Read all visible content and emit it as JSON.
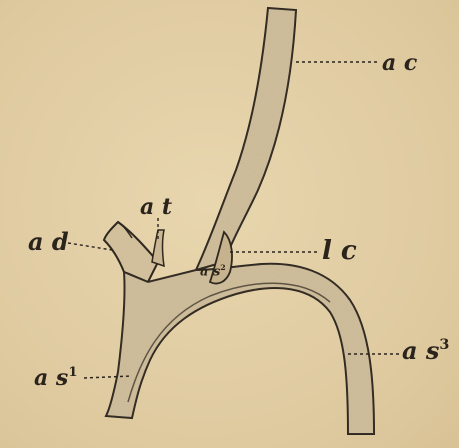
{
  "labels": {
    "ac": "a c",
    "at": "a t",
    "ad": "a d",
    "lc": "l c",
    "as2": "a s",
    "as2_sup": "2",
    "as1": "a s",
    "as1_sup": "1",
    "as3": "a s",
    "as3_sup": "3"
  }
}
